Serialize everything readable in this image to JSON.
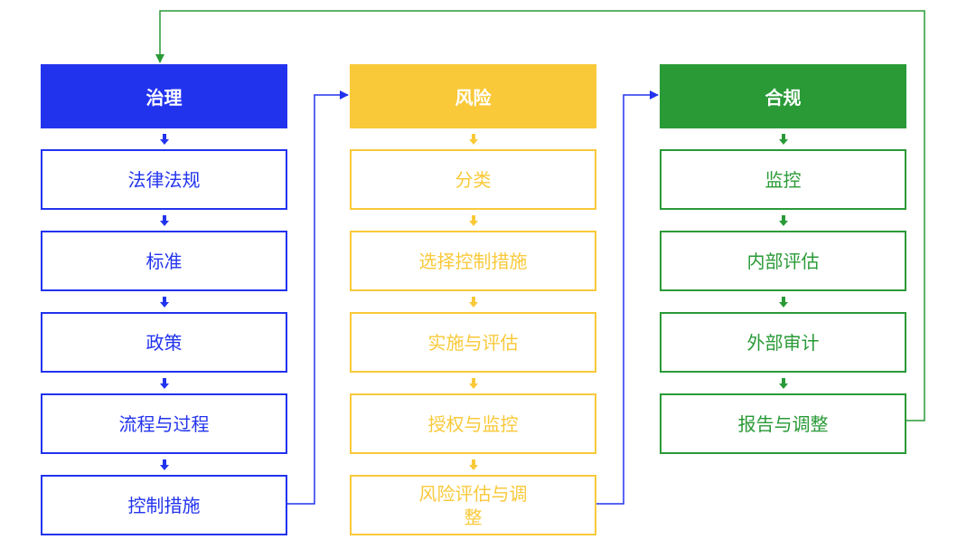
{
  "colors": {
    "governance": "#2233ee",
    "risk": "#f9c93a",
    "compliance": "#2a9a37"
  },
  "columns": [
    {
      "title": "治理",
      "steps": [
        "法律法规",
        "标准",
        "政策",
        "流程与过程",
        "控制措施"
      ]
    },
    {
      "title": "风险",
      "steps": [
        "分类",
        "选择控制措施",
        "实施与评估",
        "授权与监控",
        "风险评估与调整"
      ]
    },
    {
      "title": "合规",
      "steps": [
        "监控",
        "内部评估",
        "外部审计",
        "报告与调整"
      ]
    }
  ]
}
